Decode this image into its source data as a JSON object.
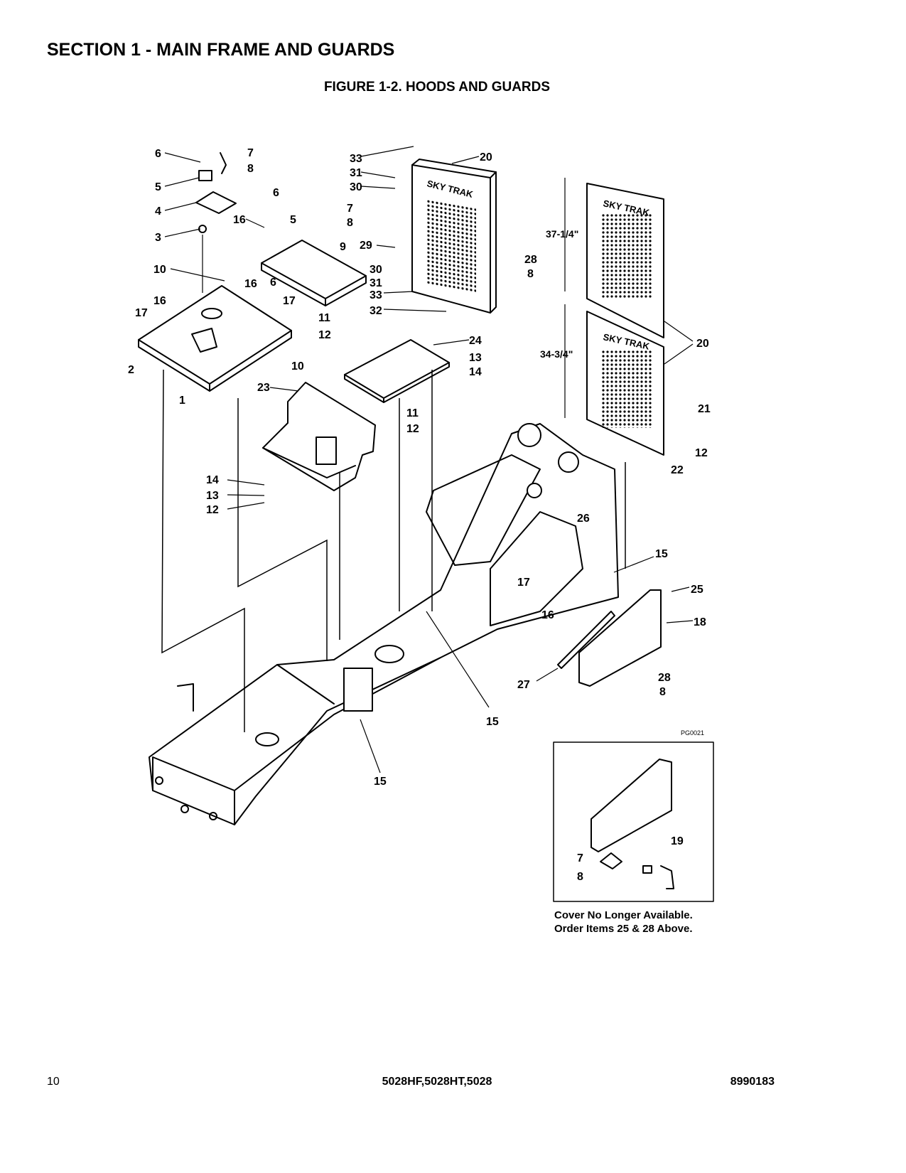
{
  "header": {
    "section_title": "SECTION 1 - MAIN FRAME AND GUARDS",
    "figure_title": "FIGURE 1-2. HOODS AND GUARDS"
  },
  "diagram": {
    "callouts": [
      "1",
      "2",
      "3",
      "4",
      "5",
      "6",
      "7",
      "8",
      "9",
      "10",
      "11",
      "12",
      "13",
      "14",
      "15",
      "16",
      "17",
      "18",
      "19",
      "20",
      "21",
      "22",
      "23",
      "24",
      "25",
      "26",
      "27",
      "28",
      "29",
      "30",
      "31",
      "32",
      "33"
    ],
    "dimensions": {
      "upper_grille_height": "37-1/4\"",
      "lower_grille_height": "34-3/4\""
    },
    "grille_brand_text": "SKY TRAK",
    "drawing_ref": "PG0021"
  },
  "inset": {
    "caption_line1": "Cover No Longer Available.",
    "caption_line2": "Order Items 25 & 28 Above."
  },
  "footer": {
    "page_number": "10",
    "models": "5028HF,5028HT,5028",
    "part_number": "8990183"
  }
}
